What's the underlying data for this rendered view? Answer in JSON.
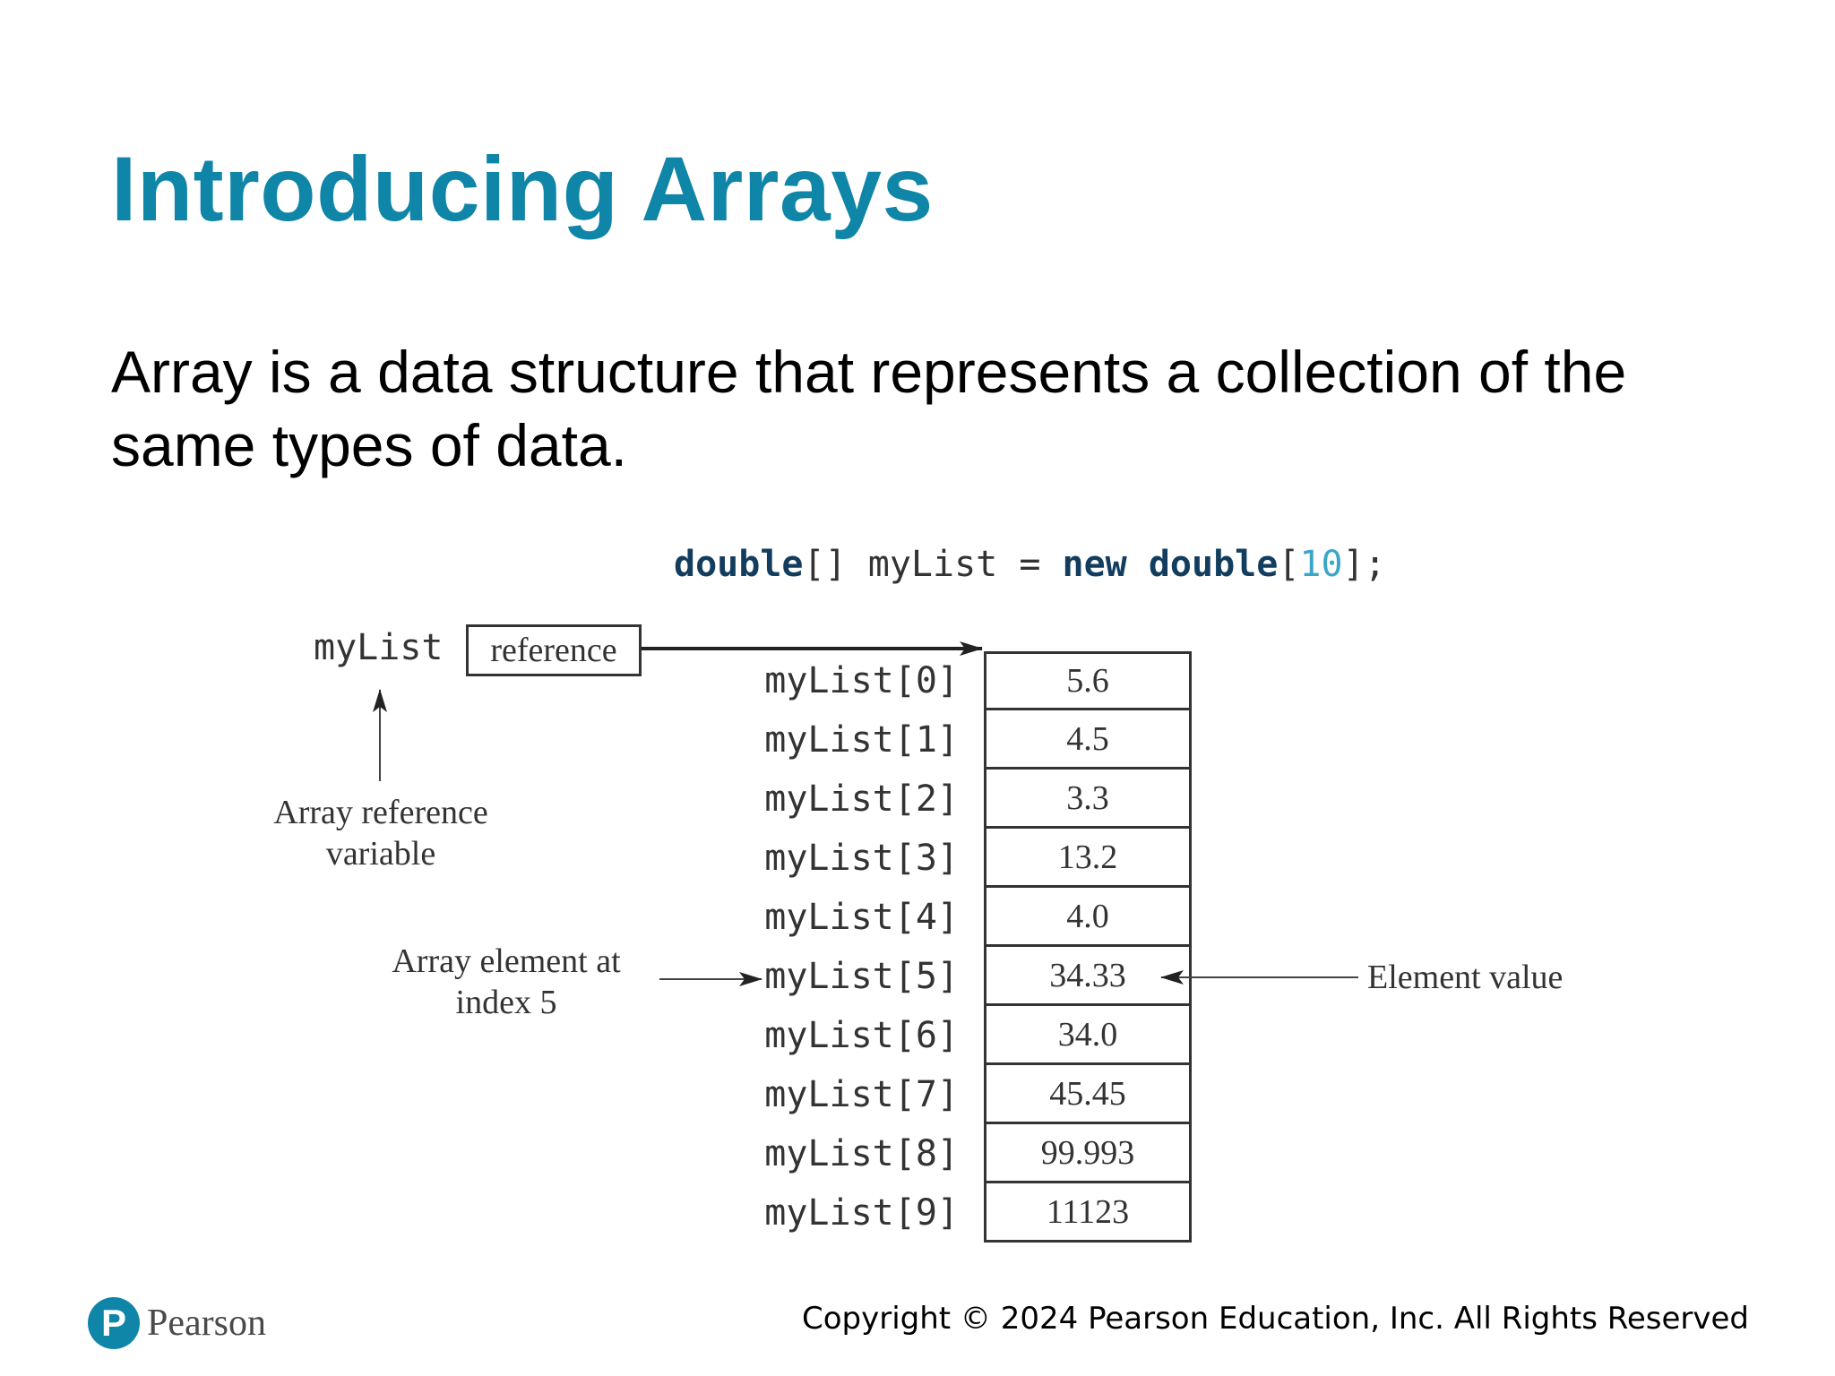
{
  "slide": {
    "title": "Introducing Arrays",
    "body": "Array is a data structure that represents a collection of the same types of data."
  },
  "diagram": {
    "code": {
      "kw_double_1": "double",
      "part_decl": "[] myList = ",
      "kw_new": "new",
      "kw_double_2": "double",
      "open_bracket": "[",
      "size": "10",
      "close": "];"
    },
    "reference_variable": {
      "name": "myList",
      "box_text": "reference"
    },
    "elements": [
      {
        "label": "myList[0]",
        "value": "5.6"
      },
      {
        "label": "myList[1]",
        "value": "4.5"
      },
      {
        "label": "myList[2]",
        "value": "3.3"
      },
      {
        "label": "myList[3]",
        "value": "13.2"
      },
      {
        "label": "myList[4]",
        "value": "4.0"
      },
      {
        "label": "myList[5]",
        "value": "34.33"
      },
      {
        "label": "myList[6]",
        "value": "34.0"
      },
      {
        "label": "myList[7]",
        "value": "45.45"
      },
      {
        "label": "myList[8]",
        "value": "99.993"
      },
      {
        "label": "myList[9]",
        "value": "11123"
      }
    ],
    "annotations": {
      "array_reference_line1": "Array reference",
      "array_reference_line2": "variable",
      "array_element_line1": "Array element at",
      "array_element_line2": "index 5",
      "element_value": "Element value"
    }
  },
  "footer": {
    "logo_letter": "P",
    "logo_text": "Pearson",
    "copyright": "Copyright © 2024 Pearson Education, Inc. All Rights Reserved"
  },
  "colors": {
    "title": "#0f85a8",
    "keyword": "#133d5e",
    "number": "#3aa6c8",
    "diagram_ink": "#333333"
  }
}
